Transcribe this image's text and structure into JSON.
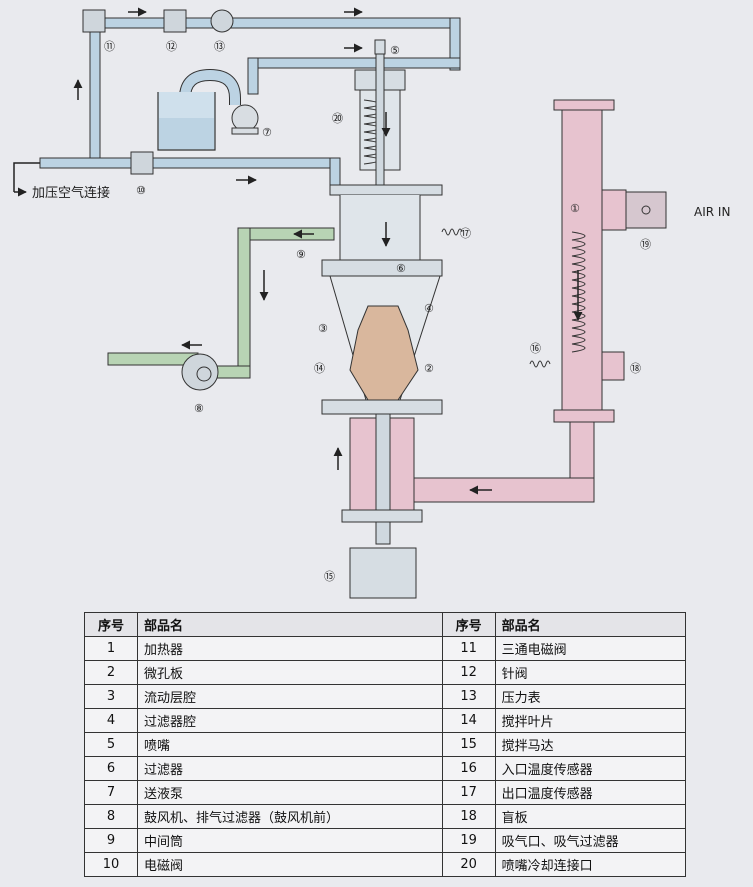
{
  "labels": {
    "pressurized_air": "加压空气连接",
    "air_in": "AIR IN"
  },
  "callouts": [
    "①",
    "②",
    "③",
    "④",
    "⑤",
    "⑥",
    "⑦",
    "⑧",
    "⑨",
    "⑩",
    "⑪",
    "⑫",
    "⑬",
    "⑭",
    "⑮",
    "⑯",
    "⑰",
    "⑱",
    "⑲",
    "⑳"
  ],
  "table": {
    "headers": [
      "序号",
      "部品名",
      "序号",
      "部品名"
    ],
    "rows": [
      [
        "1",
        "加热器",
        "11",
        "三通电磁阀"
      ],
      [
        "2",
        "微孔板",
        "12",
        "针阀"
      ],
      [
        "3",
        "流动层腔",
        "13",
        "压力表"
      ],
      [
        "4",
        "过滤器腔",
        "14",
        "搅拌叶片"
      ],
      [
        "5",
        "喷嘴",
        "15",
        "搅拌马达"
      ],
      [
        "6",
        "过滤器",
        "16",
        "入口温度传感器"
      ],
      [
        "7",
        "送液泵",
        "17",
        "出口温度传感器"
      ],
      [
        "8",
        "鼓风机、排气过滤器（鼓风机前）",
        "18",
        "盲板"
      ],
      [
        "9",
        "中间筒",
        "19",
        "吸气口、吸气过滤器"
      ],
      [
        "10",
        "电磁阀",
        "20",
        "喷嘴冷却连接口"
      ]
    ]
  },
  "colors": {
    "air_line": "#bcd3e3",
    "exhaust_line": "#b8d4b4",
    "heater_line": "#e7c3cf",
    "fluid_bed": "#d9b79d",
    "outline": "#333333"
  }
}
